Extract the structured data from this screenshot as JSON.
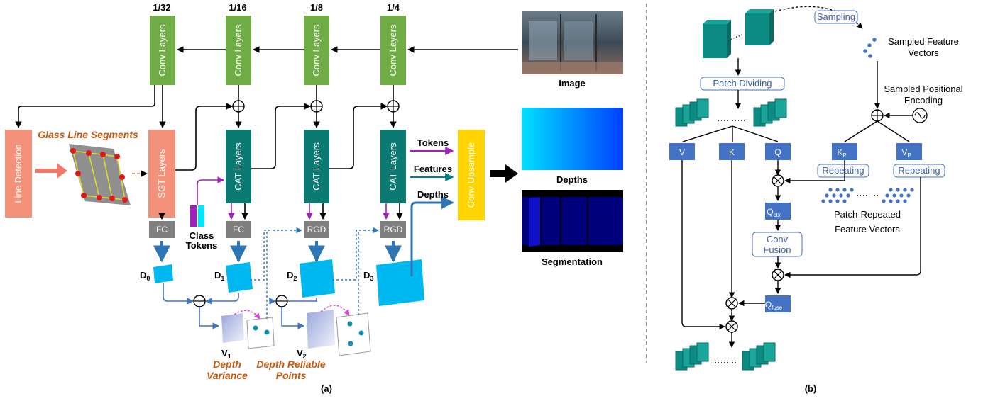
{
  "panel_a": {
    "scales": [
      "1/32",
      "1/16",
      "1/8",
      "1/4"
    ],
    "conv_layers_label": "Conv Layers",
    "cat_layers_label": "CAT Layers",
    "sgt_layers_label": "SGT Layers",
    "line_detection_label": "Line Detection",
    "glass_line_segments_label": "Glass Line Segments",
    "fc_label": "FC",
    "rgd_label": "RGD",
    "class_tokens_label": [
      "Class",
      "Tokens"
    ],
    "depth_labels": [
      "D",
      "D",
      "D",
      "D"
    ],
    "depth_subscripts": [
      "0",
      "1",
      "2",
      "3"
    ],
    "variance_labels": [
      "V",
      "V"
    ],
    "variance_subscripts": [
      "1",
      "2"
    ],
    "depth_variance_label": [
      "Depth",
      "Variance"
    ],
    "depth_reliable_points_label": [
      "Depth Reliable",
      "Points"
    ],
    "tokens_label": "Tokens",
    "features_label": "Features",
    "depths_arrow_label": "Depths",
    "conv_upsample_label": "Conv Upsample",
    "image_label": "Image",
    "depths_output_label": "Depths",
    "segmentation_label": "Segmentation",
    "caption": "(a)"
  },
  "panel_b": {
    "sampling_label": "Sampling",
    "sampled_feature_vectors_label": [
      "Sampled Feature",
      "Vectors"
    ],
    "sampled_positional_encoding_label": [
      "Sampled Positional",
      "Encoding"
    ],
    "patch_dividing_label": "Patch Dividing",
    "v_label": "V",
    "k_label": "K",
    "q_label": "Q",
    "kp_label": "K",
    "vp_label": "V",
    "p_subscript": "P",
    "repeating_label": "Repeating",
    "patch_repeated_label": [
      "Patch-Repeated",
      "Feature Vectors"
    ],
    "q_label2": "Q",
    "ctx_subscript": "ctx",
    "conv_fusion_label": [
      "Conv",
      "Fusion"
    ],
    "fuse_subscript": "fuse",
    "caption": "(b)"
  },
  "colors": {
    "conv_green": "#70ad47",
    "cat_teal": "#0b7a72",
    "sgt_salmon": "#f4917b",
    "gray_block": "#7f7f7f",
    "depth_cyan": "#00b8f0",
    "upsample_yellow": "#ffd400",
    "arrow_blue": "#2e75b6",
    "line_blue": "#4472c4",
    "purple": "#a020c0",
    "teal_arrow": "#008080",
    "block_blue": "#4472c4",
    "orange_text": "#c55a11"
  }
}
